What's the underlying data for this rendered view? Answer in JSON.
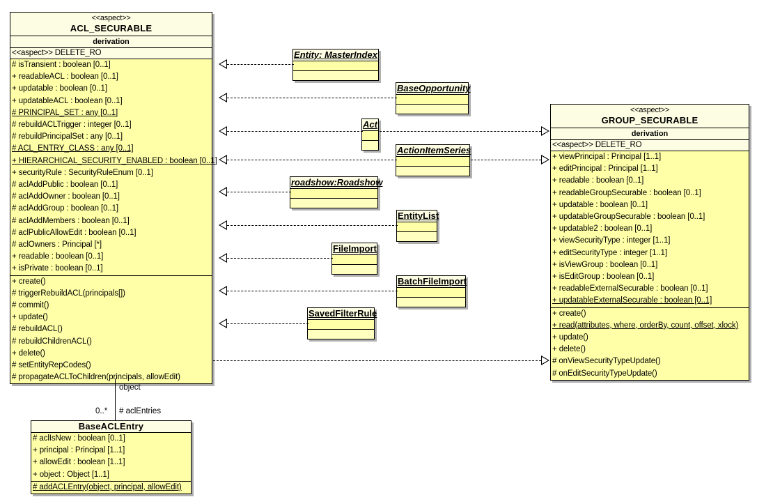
{
  "diagram": {
    "type": "uml-class-diagram",
    "palette": {
      "class_body": "#ffffa8",
      "class_header": "#fdfde3",
      "border": "#000000",
      "shadow": "#b0b0b0",
      "background": "#ffffff"
    }
  },
  "acl_securable": {
    "stereotype": "<<aspect>>",
    "name": "ACL_SECURABLE",
    "derivation_label": "derivation",
    "delete_ro": "<<aspect>> DELETE_RO",
    "attributes": [
      {
        "text": "# isTransient : boolean [0..1]",
        "static": false
      },
      {
        "text": "+ readableACL : boolean [0..1]",
        "static": false
      },
      {
        "text": "+ updatable : boolean [0..1]",
        "static": false
      },
      {
        "text": "+ updatableACL : boolean [0..1]",
        "static": false
      },
      {
        "text": "# PRINCIPAL_SET : any [0..1]",
        "static": true
      },
      {
        "text": "# rebuildACLTrigger : integer [0..1]",
        "static": false
      },
      {
        "text": "# rebuildPrincipalSet : any [0..1]",
        "static": false
      },
      {
        "text": "# ACL_ENTRY_CLASS : any [0..1]",
        "static": true
      },
      {
        "text": "+ HIERARCHICAL_SECURITY_ENABLED : boolean [0..1]",
        "static": true
      },
      {
        "text": "+ securityRule : SecurityRuleEnum [0..1]",
        "static": false
      },
      {
        "text": "# aclAddPublic : boolean [0..1]",
        "static": false
      },
      {
        "text": "# aclAddOwner : boolean [0..1]",
        "static": false
      },
      {
        "text": "# aclAddGroup : boolean [0..1]",
        "static": false
      },
      {
        "text": "# aclAddMembers : boolean [0..1]",
        "static": false
      },
      {
        "text": "# aclPublicAllowEdit : boolean [0..1]",
        "static": false
      },
      {
        "text": "# aclOwners : Principal [*]",
        "static": false
      },
      {
        "text": "+ readable : boolean [0..1]",
        "static": false
      },
      {
        "text": "+ isPrivate : boolean [0..1]",
        "static": false
      }
    ],
    "operations": [
      {
        "text": "+ create()",
        "static": false
      },
      {
        "text": "# triggerRebuildACL(principals[])",
        "static": false
      },
      {
        "text": "# commit()",
        "static": false
      },
      {
        "text": "+ update()",
        "static": false
      },
      {
        "text": "# rebuildACL()",
        "static": false
      },
      {
        "text": "# rebuildChildrenACL()",
        "static": false
      },
      {
        "text": "+ delete()",
        "static": false
      },
      {
        "text": "# setEntityRepCodes()",
        "static": false
      },
      {
        "text": "# propagateACLToChildren(principals, allowEdit)",
        "static": false
      }
    ]
  },
  "group_securable": {
    "stereotype": "<<aspect>>",
    "name": "GROUP_SECURABLE",
    "derivation_label": "derivation",
    "delete_ro": "<<aspect>> DELETE_RO",
    "attributes": [
      {
        "text": "+ viewPrincipal : Principal [1..1]",
        "static": false
      },
      {
        "text": "+ editPrincipal : Principal [1..1]",
        "static": false
      },
      {
        "text": "+ readable : boolean [0..1]",
        "static": false
      },
      {
        "text": "+ readableGroupSecurable : boolean [0..1]",
        "static": false
      },
      {
        "text": "+ updatable : boolean [0..1]",
        "static": false
      },
      {
        "text": "+ updatableGroupSecurable : boolean [0..1]",
        "static": false
      },
      {
        "text": "+ updatable2 : boolean [0..1]",
        "static": false
      },
      {
        "text": "+ viewSecurityType : integer [1..1]",
        "static": false
      },
      {
        "text": "+ editSecurityType : integer [1..1]",
        "static": false
      },
      {
        "text": "+ isViewGroup : boolean [0..1]",
        "static": false
      },
      {
        "text": "+ isEditGroup : boolean [0..1]",
        "static": false
      },
      {
        "text": "+ readableExternalSecurable : boolean [0..1]",
        "static": false
      },
      {
        "text": "+ updatableExternalSecurable : boolean [0..1]",
        "static": true
      }
    ],
    "operations": [
      {
        "text": "+ create()",
        "static": false
      },
      {
        "text": "+ read(attributes, where, orderBy, count, offset, xlock)",
        "static": true
      },
      {
        "text": "+ update()",
        "static": false
      },
      {
        "text": "+ delete()",
        "static": false
      },
      {
        "text": "# onViewSecurityTypeUpdate()",
        "static": false
      },
      {
        "text": "# onEditSecurityTypeUpdate()",
        "static": false
      }
    ]
  },
  "base_acl_entry": {
    "name": "BaseACLEntry",
    "attributes": [
      {
        "text": "# aclIsNew : boolean [0..1]",
        "static": false
      },
      {
        "text": "+ principal : Principal [1..1]",
        "static": false
      },
      {
        "text": "+ allowEdit : boolean [1..1]",
        "static": false
      },
      {
        "text": "+ object : Object [1..1]",
        "static": false
      }
    ],
    "operations": [
      {
        "text": "# addACLEntry(object, principal, allowEdit)",
        "static": true
      }
    ]
  },
  "association": {
    "end_role_top": "object",
    "end_multiplicity": "0..*",
    "end_role_bottom": "# aclEntries"
  },
  "stub_classes": [
    {
      "name": "Entity: MasterIndex",
      "italic": true
    },
    {
      "name": "BaseOpportunity",
      "italic": true
    },
    {
      "name": "Act",
      "italic": true
    },
    {
      "name": "ActionItemSeries",
      "italic": true
    },
    {
      "name": "roadshow:Roadshow",
      "italic": true
    },
    {
      "name": "EntityList",
      "italic": false
    },
    {
      "name": "FileImport",
      "italic": false
    },
    {
      "name": "BatchFileImport",
      "italic": false
    },
    {
      "name": "SavedFilterRule",
      "italic": false
    }
  ]
}
